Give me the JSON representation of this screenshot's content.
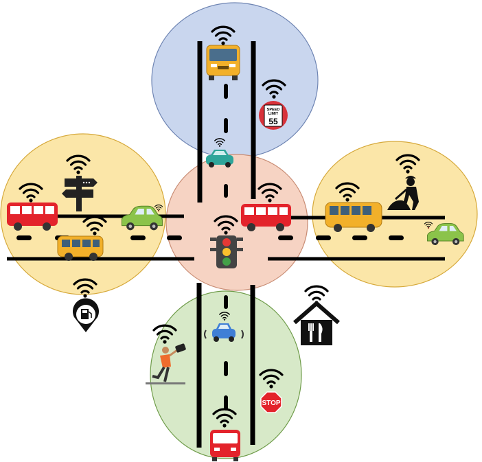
{
  "zones": [
    {
      "name": "north",
      "color": "#c9d6ee"
    },
    {
      "name": "west",
      "color": "#fbe6a8"
    },
    {
      "name": "east",
      "color": "#fbe6a8"
    },
    {
      "name": "center",
      "color": "#f6d3c3"
    },
    {
      "name": "south",
      "color": "#d7e9c8"
    }
  ],
  "signs": {
    "speed_limit": {
      "line1": "SPEED",
      "line2": "LIMIT",
      "value": "55"
    },
    "stop": "STOP",
    "fuel": "fuel-station-icon",
    "restaurant": "restaurant-icon"
  },
  "icons": [
    "wifi-icon",
    "bus-icon",
    "car-icon",
    "traffic-light-icon",
    "pedestrian-icon",
    "construction-worker-icon",
    "signpost-icon"
  ],
  "colors": {
    "bus_yellow": "#f2b02a",
    "bus_red": "#e3232b",
    "car_green": "#8bc34a",
    "car_blue": "#3f7fd6",
    "road": "#000000"
  }
}
